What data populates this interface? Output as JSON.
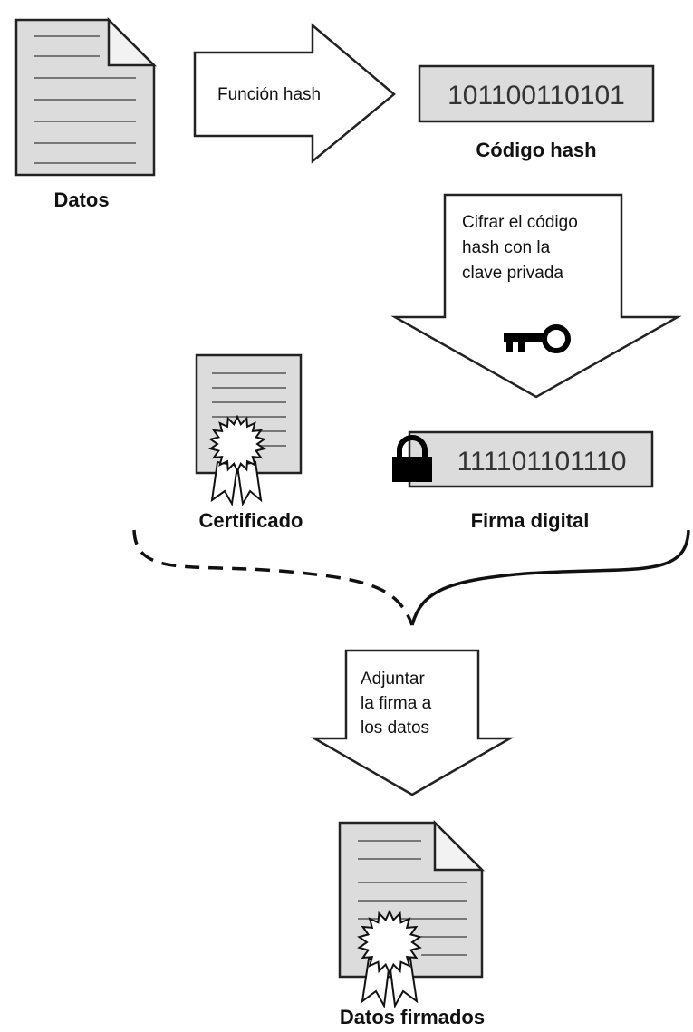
{
  "labels": {
    "datos": "Datos",
    "funcion_hash": "Función hash",
    "hash_value": "101100110101",
    "codigo_hash": "Código hash",
    "cifrar_lines": [
      "Cifrar el código",
      "hash con la",
      "clave privada"
    ],
    "certificado": "Certificado",
    "firma_value": "111101101110",
    "firma_digital": "Firma digital",
    "adjuntar_lines": [
      "Adjuntar",
      "la firma a",
      "los datos"
    ],
    "datos_firmados": "Datos firmados"
  },
  "icons": [
    "document-icon",
    "key-icon",
    "lock-icon",
    "certificate-icon",
    "seal-icon"
  ]
}
